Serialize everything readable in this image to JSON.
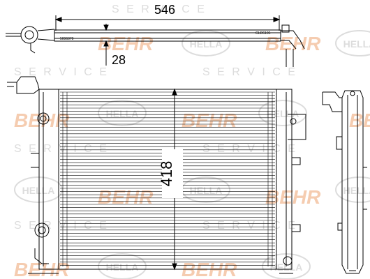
{
  "dimensions": {
    "width": "546",
    "depth": "28",
    "height": "418"
  },
  "part_labels": {
    "left_tag": "5096070",
    "right_tag": "GLD6105"
  },
  "watermarks": {
    "behr": "BEHR",
    "hella": "HELLA",
    "service": "S E R V I C E"
  },
  "colors": {
    "line": "#000000",
    "watermark_orange": "#f4c7a8",
    "watermark_gray": "#d9d9d9"
  }
}
